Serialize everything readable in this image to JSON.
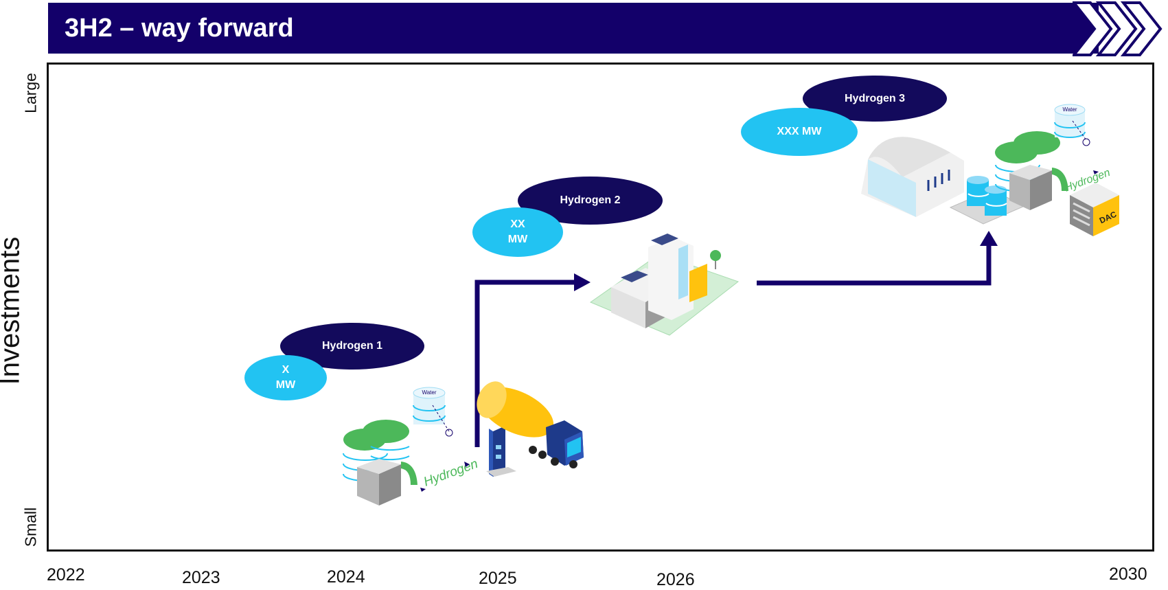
{
  "header": {
    "title": "3H2 – way forward"
  },
  "y_axis": {
    "label": "Investments",
    "top": "Large",
    "bottom": "Small"
  },
  "x_axis": {
    "years": [
      "2022",
      "2023",
      "2024",
      "2025",
      "2026",
      "2030"
    ]
  },
  "stages": [
    {
      "name": "Hydrogen 1",
      "capacity": "X\nMW"
    },
    {
      "name": "Hydrogen 2",
      "capacity": "XX\nMW"
    },
    {
      "name": "Hydrogen 3",
      "capacity": "XXX MW"
    }
  ],
  "illustration_text": {
    "water": "Water",
    "hydrogen": "Hydrogen",
    "dac": "DAC"
  },
  "colors": {
    "navy": "#13006a",
    "cyan": "#22c3f2",
    "green": "#4cb85a",
    "yellow": "#ffc20e"
  }
}
